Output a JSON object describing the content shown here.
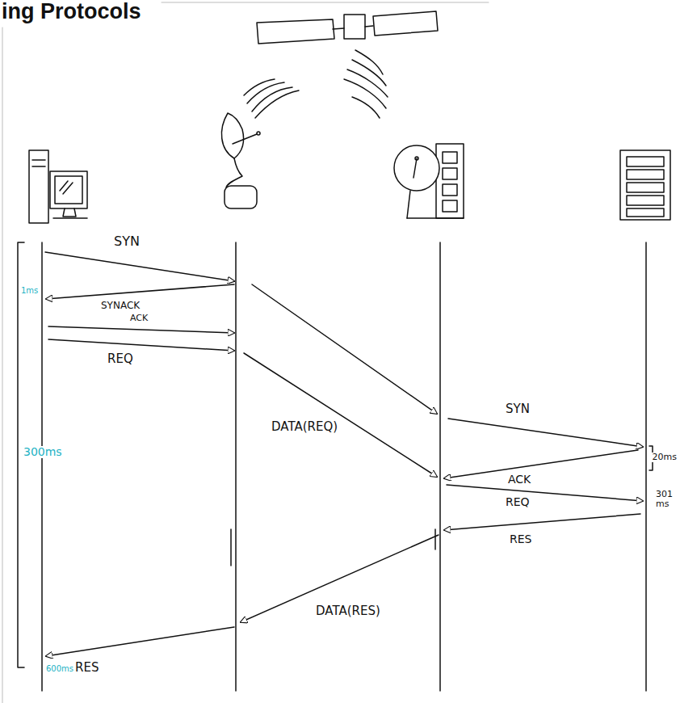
{
  "diagram": {
    "title": "ing Protocols",
    "labels": [
      "SYN",
      "1ms",
      "SYNACK",
      "ACK",
      "REQ",
      "300ms",
      "DATA(REQ)",
      "SYN",
      "20ms",
      "ACK",
      "301 ms",
      "REQ",
      "RES",
      "DATA(RES)",
      "600ms",
      "RES"
    ]
  }
}
